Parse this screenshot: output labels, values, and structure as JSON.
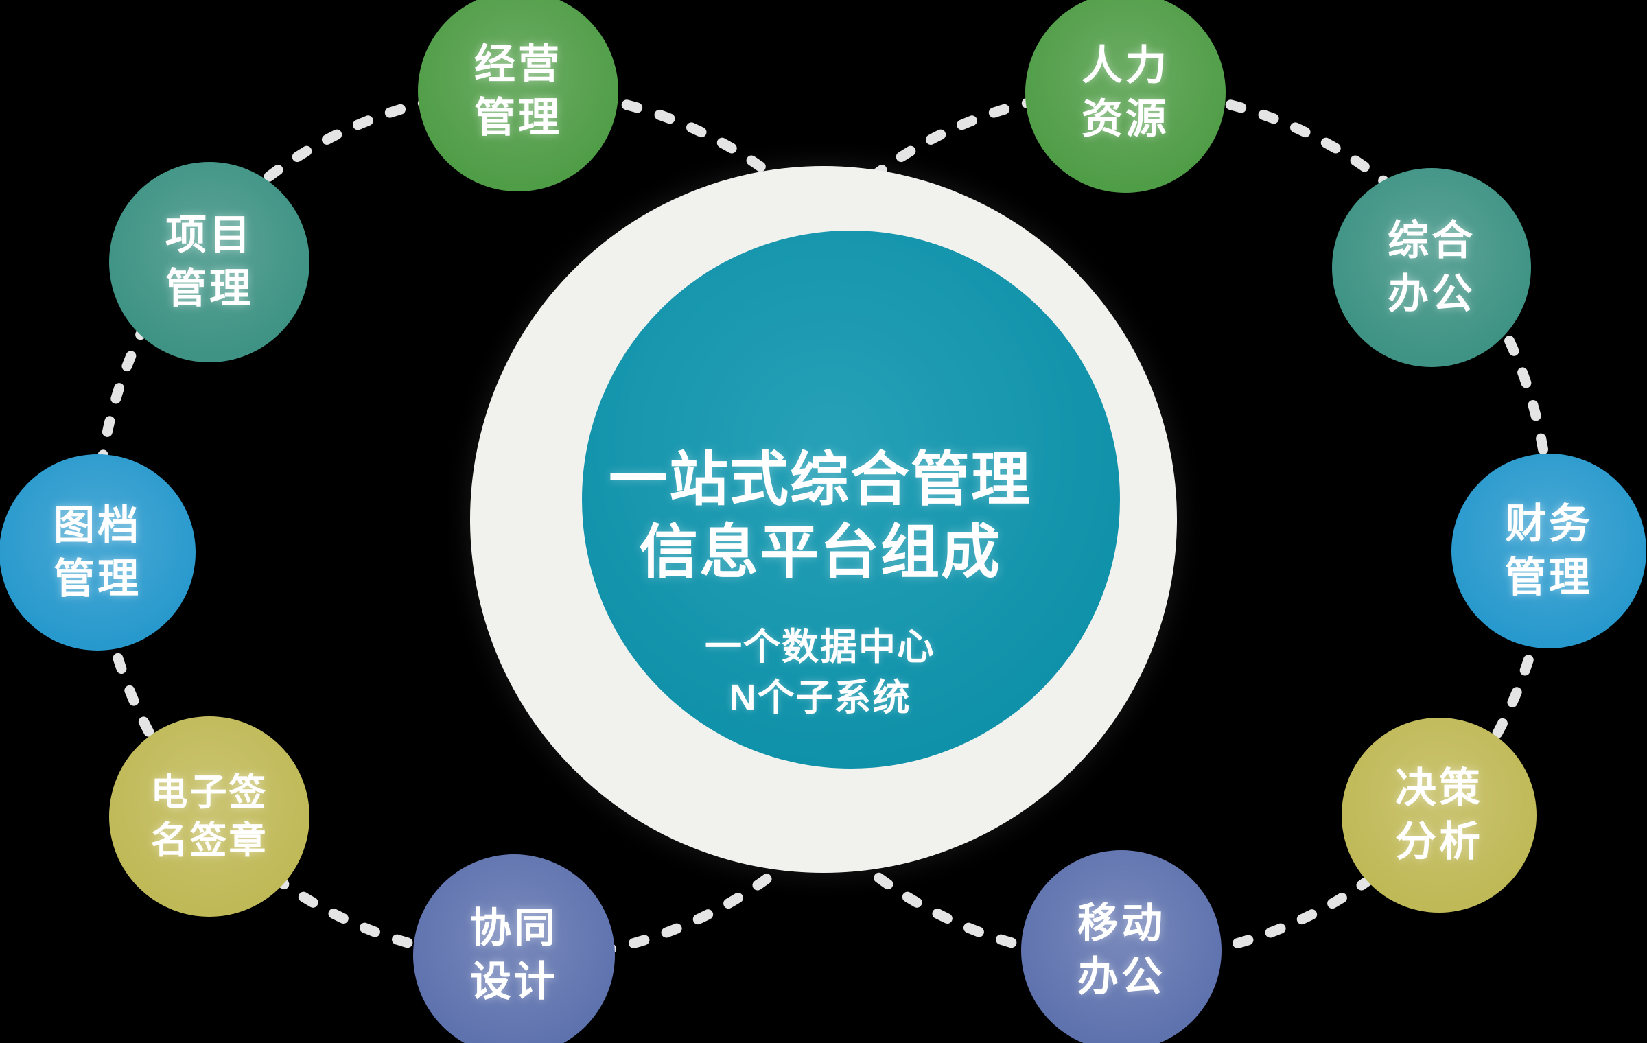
{
  "background_color": "#000000",
  "center": {
    "title": "一站式综合管理\n信息平台组成",
    "subtitle": "一个数据中心\nN个子系统",
    "fill_color": "#0E96AF",
    "ring_color": "#F1F1ED"
  },
  "connectors": {
    "style": "dashed",
    "color": "#E4E4E4"
  },
  "nodes": [
    {
      "label": "经营\n管理",
      "color": "#509D47"
    },
    {
      "label": "人力\n资源",
      "color": "#509D47"
    },
    {
      "label": "项目\n管理",
      "color": "#3E9384"
    },
    {
      "label": "综合\n办公",
      "color": "#3E9384"
    },
    {
      "label": "图档\n管理",
      "color": "#2899CD"
    },
    {
      "label": "财务\n管理",
      "color": "#2899CD"
    },
    {
      "label": "电子签\n名签章",
      "color": "#C0B957"
    },
    {
      "label": "决策\n分析",
      "color": "#C0B957"
    },
    {
      "label": "协同\n设计",
      "color": "#5E72AE"
    },
    {
      "label": "移动\n办公",
      "color": "#5E72AE"
    }
  ]
}
